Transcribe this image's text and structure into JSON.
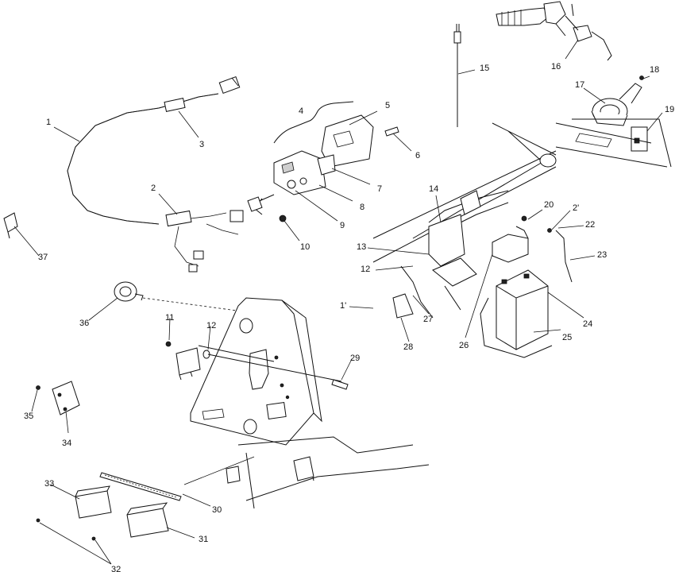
{
  "callouts": {
    "c1": "1",
    "c2": "2",
    "c3": "3",
    "c4": "4",
    "c5": "5",
    "c6": "6",
    "c7": "7",
    "c8": "8",
    "c9": "9",
    "c10": "10",
    "c11": "11",
    "c12a": "12",
    "c12b": "12",
    "c13": "13",
    "c14": "14",
    "c15": "15",
    "c16": "16",
    "c17": "17",
    "c18": "18",
    "c19": "19",
    "c20": "20",
    "c21a": "2'",
    "c21b": "1'",
    "c22": "22",
    "c23": "23",
    "c24": "24",
    "c25": "25",
    "c26": "26",
    "c27": "27",
    "c28": "28",
    "c29": "29",
    "c30": "30",
    "c31": "31",
    "c32": "32",
    "c33": "33",
    "c34": "34",
    "c35": "35",
    "c36": "36",
    "c37": "37"
  },
  "colors": {
    "ink": "#111111",
    "background": "#ffffff"
  }
}
